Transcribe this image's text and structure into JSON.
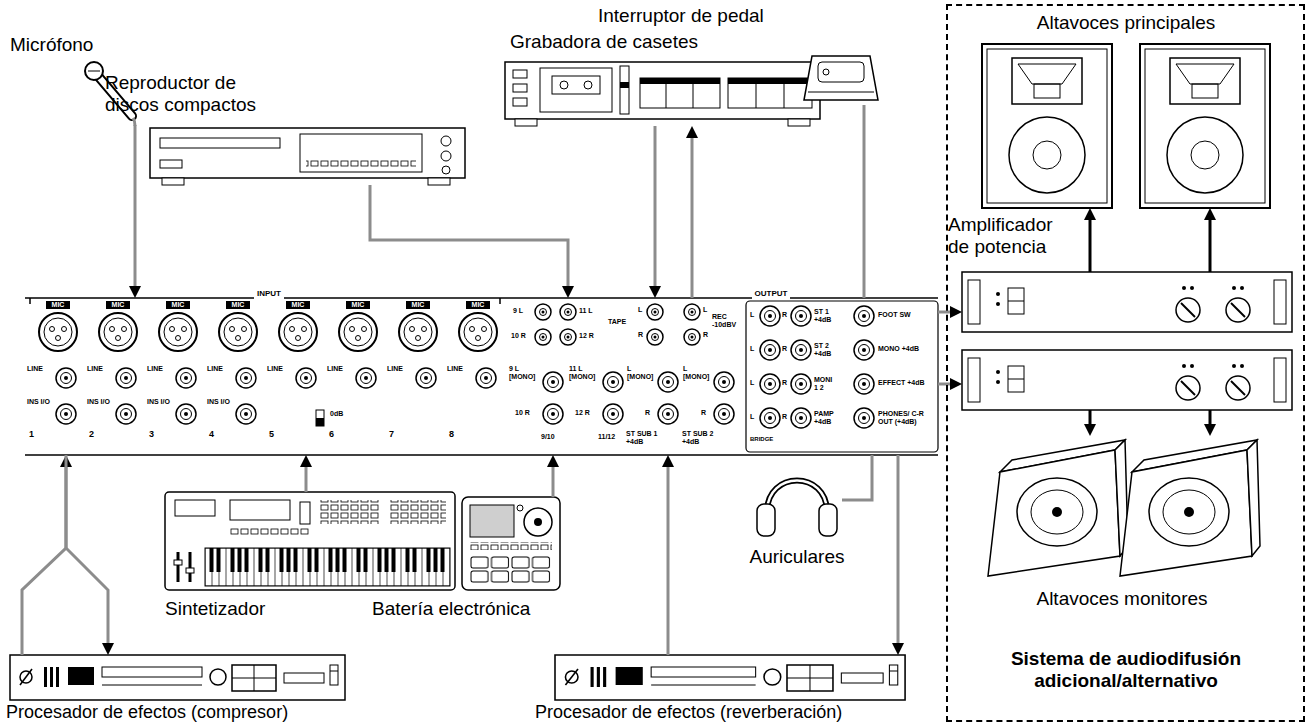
{
  "diagram": {
    "nodes": [
      {
        "text": [
          "Micrófono"
        ]
      },
      {
        "text": [
          "Reproductor de discos compactos"
        ]
      },
      {
        "text": [
          "Grabadora de casetes"
        ]
      },
      {
        "text": [
          "Interruptor de pedal"
        ]
      },
      {
        "text": [
          "Sistema de audiodifusión adicional/alternativo"
        ]
      },
      {
        "text": [
          "Altavoces principales"
        ],
        "in": 4
      },
      {
        "text": [
          "Amplificador de potencia"
        ],
        "in": 4
      },
      {
        "text": [
          "Altavoces monitores"
        ],
        "in": 4
      },
      {
        "text": [
          "INPUT",
          "MIC",
          "MIC",
          "MIC",
          "MIC",
          "MIC",
          "MIC",
          "MIC",
          "MIC",
          "LINE",
          "LINE",
          "LINE",
          "LINE",
          "LINE",
          "LINE",
          "LINE",
          "LINE",
          "INS I/O",
          "INS I/O",
          "INS I/O",
          "INS I/O",
          "1",
          "2",
          "3",
          "4",
          "5",
          "6",
          "7",
          "8",
          "0dB",
          "9 L",
          "10 R",
          "11 L",
          "12 R",
          "9 L [MONO]",
          "10 R",
          "9/10",
          "11 L [MONO]",
          "12 R",
          "11/12",
          "TAPE",
          "L",
          "R",
          "L",
          "R",
          "REC -10dBV",
          "OUTPUT",
          "L [MONO]",
          "R",
          "ST SUB 1 +4dB",
          "L [MONO]",
          "R",
          "ST SUB 2 +4dB",
          "L",
          "R",
          "ST 1 +4dB",
          "L",
          "R",
          "ST 2 +4dB",
          "L",
          "R",
          "MONI 1 2",
          "L",
          "R",
          "PAMP +4dB",
          "BRIDGE",
          "FOOT SW",
          "MONO +4dB",
          "EFFECT +4dB",
          "PHONES/ C-R OUT (+4dB)"
        ]
      },
      {
        "text": [
          "Auriculares"
        ]
      },
      {
        "text": [
          "Sintetizador"
        ]
      },
      {
        "text": [
          "Batería electrónica"
        ]
      },
      {
        "text": [
          "Procesador de efectos (compresor)"
        ]
      },
      {
        "text": [
          "Procesador de efectos (reverberación)"
        ]
      }
    ],
    "edges": [
      {
        "from": 0,
        "to": 8,
        "arrow": "to"
      },
      {
        "from": 1,
        "to": 8,
        "arrow": "to"
      },
      {
        "from": 2,
        "to": 8,
        "arrow": "to"
      },
      {
        "from": 8,
        "to": 2,
        "arrow": "to"
      },
      {
        "from": 3,
        "to": 8,
        "arrow": "none"
      },
      {
        "from": 8,
        "to": 6,
        "arrow": "to"
      },
      {
        "from": 8,
        "to": 6,
        "arrow": "to"
      },
      {
        "from": 6,
        "to": 5,
        "arrow": "to"
      },
      {
        "from": 6,
        "to": 5,
        "arrow": "to"
      },
      {
        "from": 6,
        "to": 7,
        "arrow": "to"
      },
      {
        "from": 6,
        "to": 7,
        "arrow": "to"
      },
      {
        "from": 8,
        "to": 9,
        "arrow": "none"
      },
      {
        "from": 10,
        "to": 8,
        "arrow": "to"
      },
      {
        "from": 11,
        "to": 8,
        "arrow": "to"
      },
      {
        "from": 12,
        "to": 8,
        "arrow": "to"
      },
      {
        "from": 8,
        "to": 12,
        "arrow": "to"
      },
      {
        "from": 13,
        "to": 8,
        "arrow": "to"
      },
      {
        "from": 8,
        "to": 13,
        "arrow": "to"
      }
    ]
  }
}
